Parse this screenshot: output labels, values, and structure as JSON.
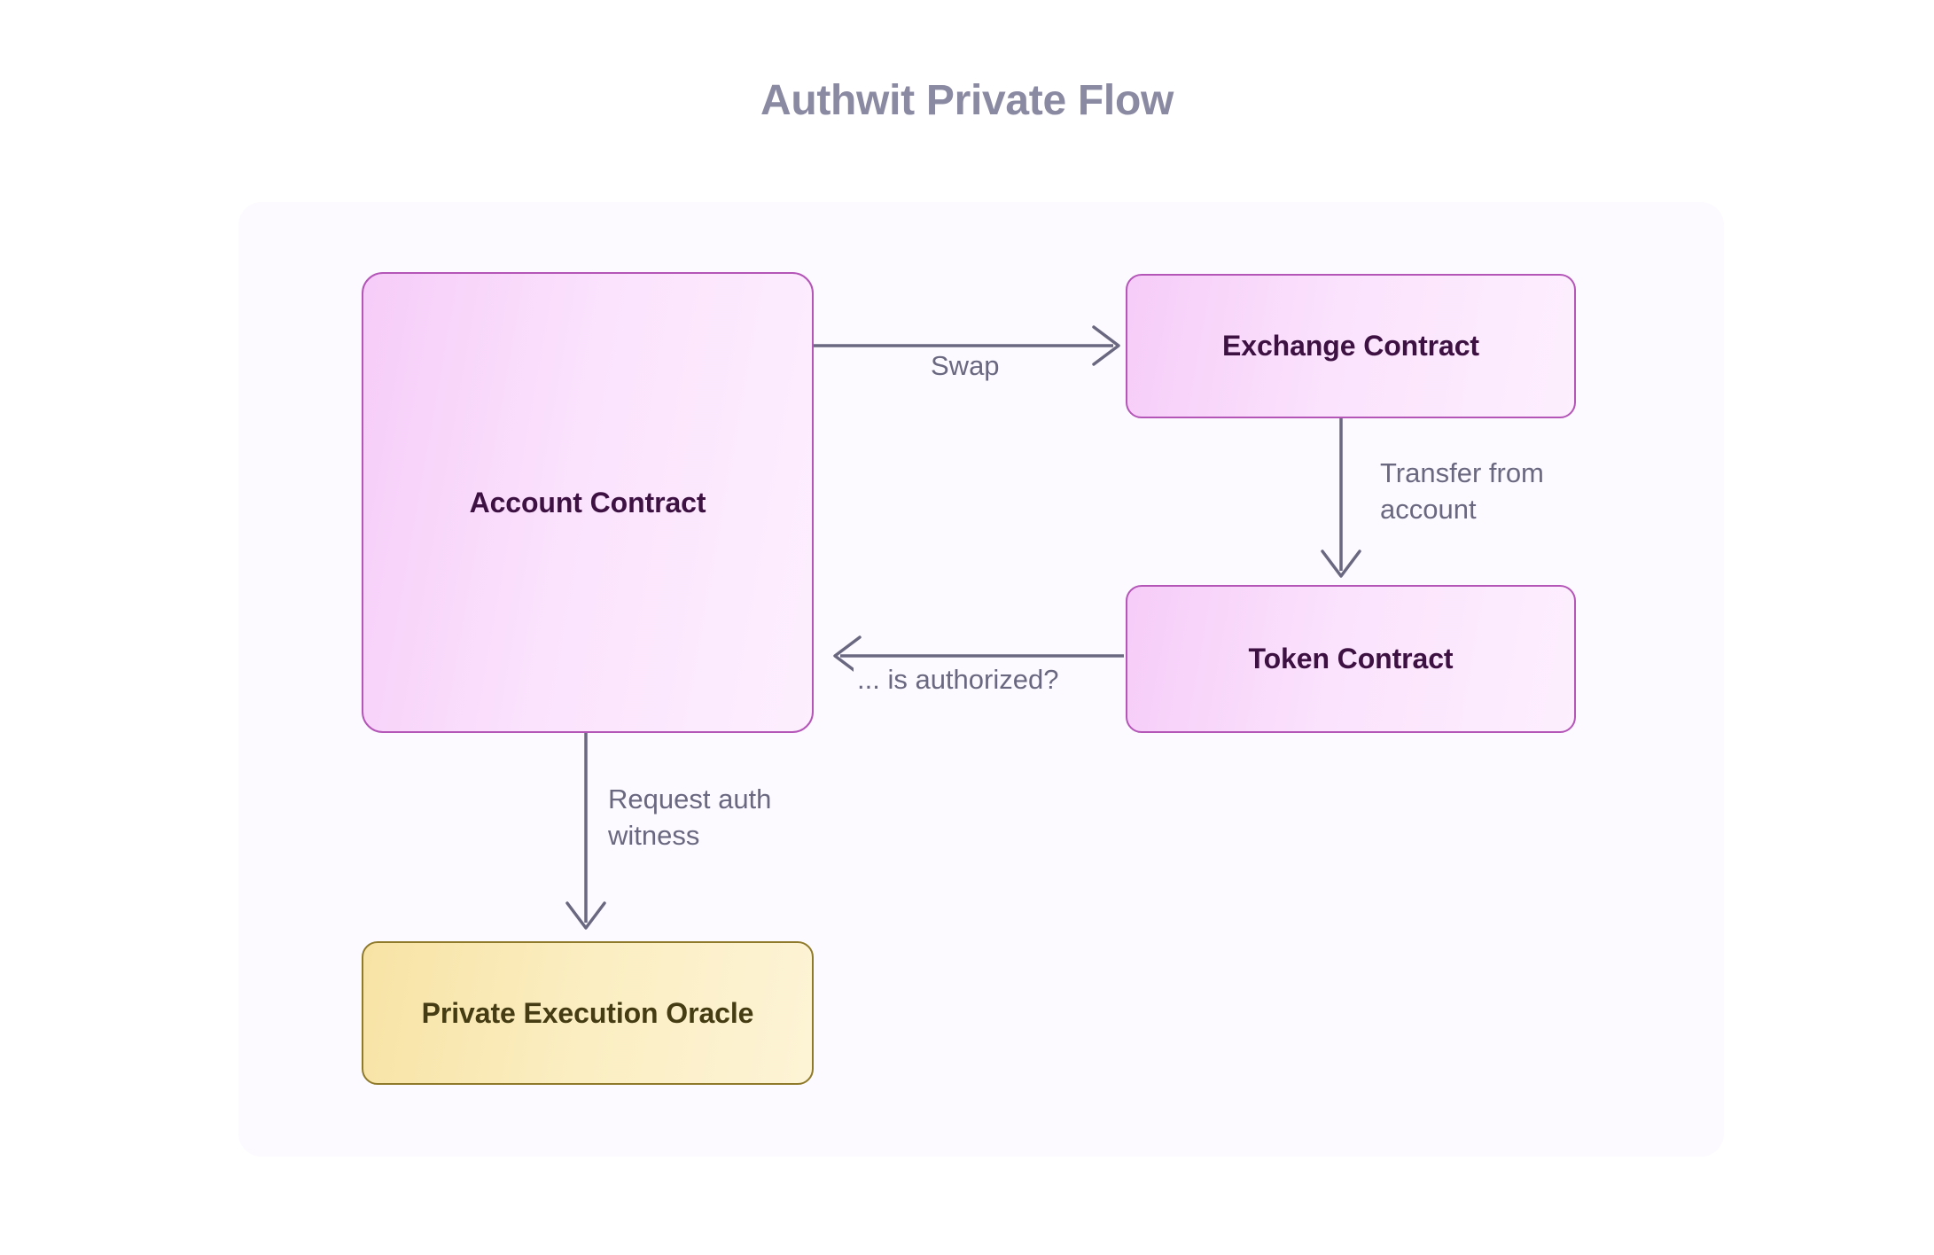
{
  "title": "Authwit Private Flow",
  "diagram": {
    "type": "flowchart",
    "nodes": [
      {
        "id": "account-contract",
        "label": "Account Contract",
        "style": "purple"
      },
      {
        "id": "exchange-contract",
        "label": "Exchange Contract",
        "style": "purple"
      },
      {
        "id": "token-contract",
        "label": "Token Contract",
        "style": "purple"
      },
      {
        "id": "private-execution-oracle",
        "label": "Private Execution Oracle",
        "style": "yellow"
      }
    ],
    "edges": [
      {
        "id": "swap",
        "from": "account-contract",
        "to": "exchange-contract",
        "label": "Swap",
        "direction": "right"
      },
      {
        "id": "transfer",
        "from": "exchange-contract",
        "to": "token-contract",
        "label": "Transfer from\naccount",
        "direction": "down"
      },
      {
        "id": "authorized",
        "from": "token-contract",
        "to": "account-contract",
        "label": "... is authorized?",
        "direction": "left"
      },
      {
        "id": "request",
        "from": "account-contract",
        "to": "private-execution-oracle",
        "label": "Request auth\nwitness",
        "direction": "down"
      }
    ]
  },
  "colors": {
    "page_background": "#ffffff",
    "panel_background": "#fcfaff",
    "title_text": "#8b8aa3",
    "edge_stroke": "#6a6880",
    "edge_label_text": "#6a6880",
    "node_purple_border": "#b455b8",
    "node_purple_fill": "#fbe3fd",
    "node_purple_text": "#3d1242",
    "node_yellow_border": "#8f7a2c",
    "node_yellow_fill": "#fbeec2",
    "node_yellow_text": "#453c13"
  }
}
